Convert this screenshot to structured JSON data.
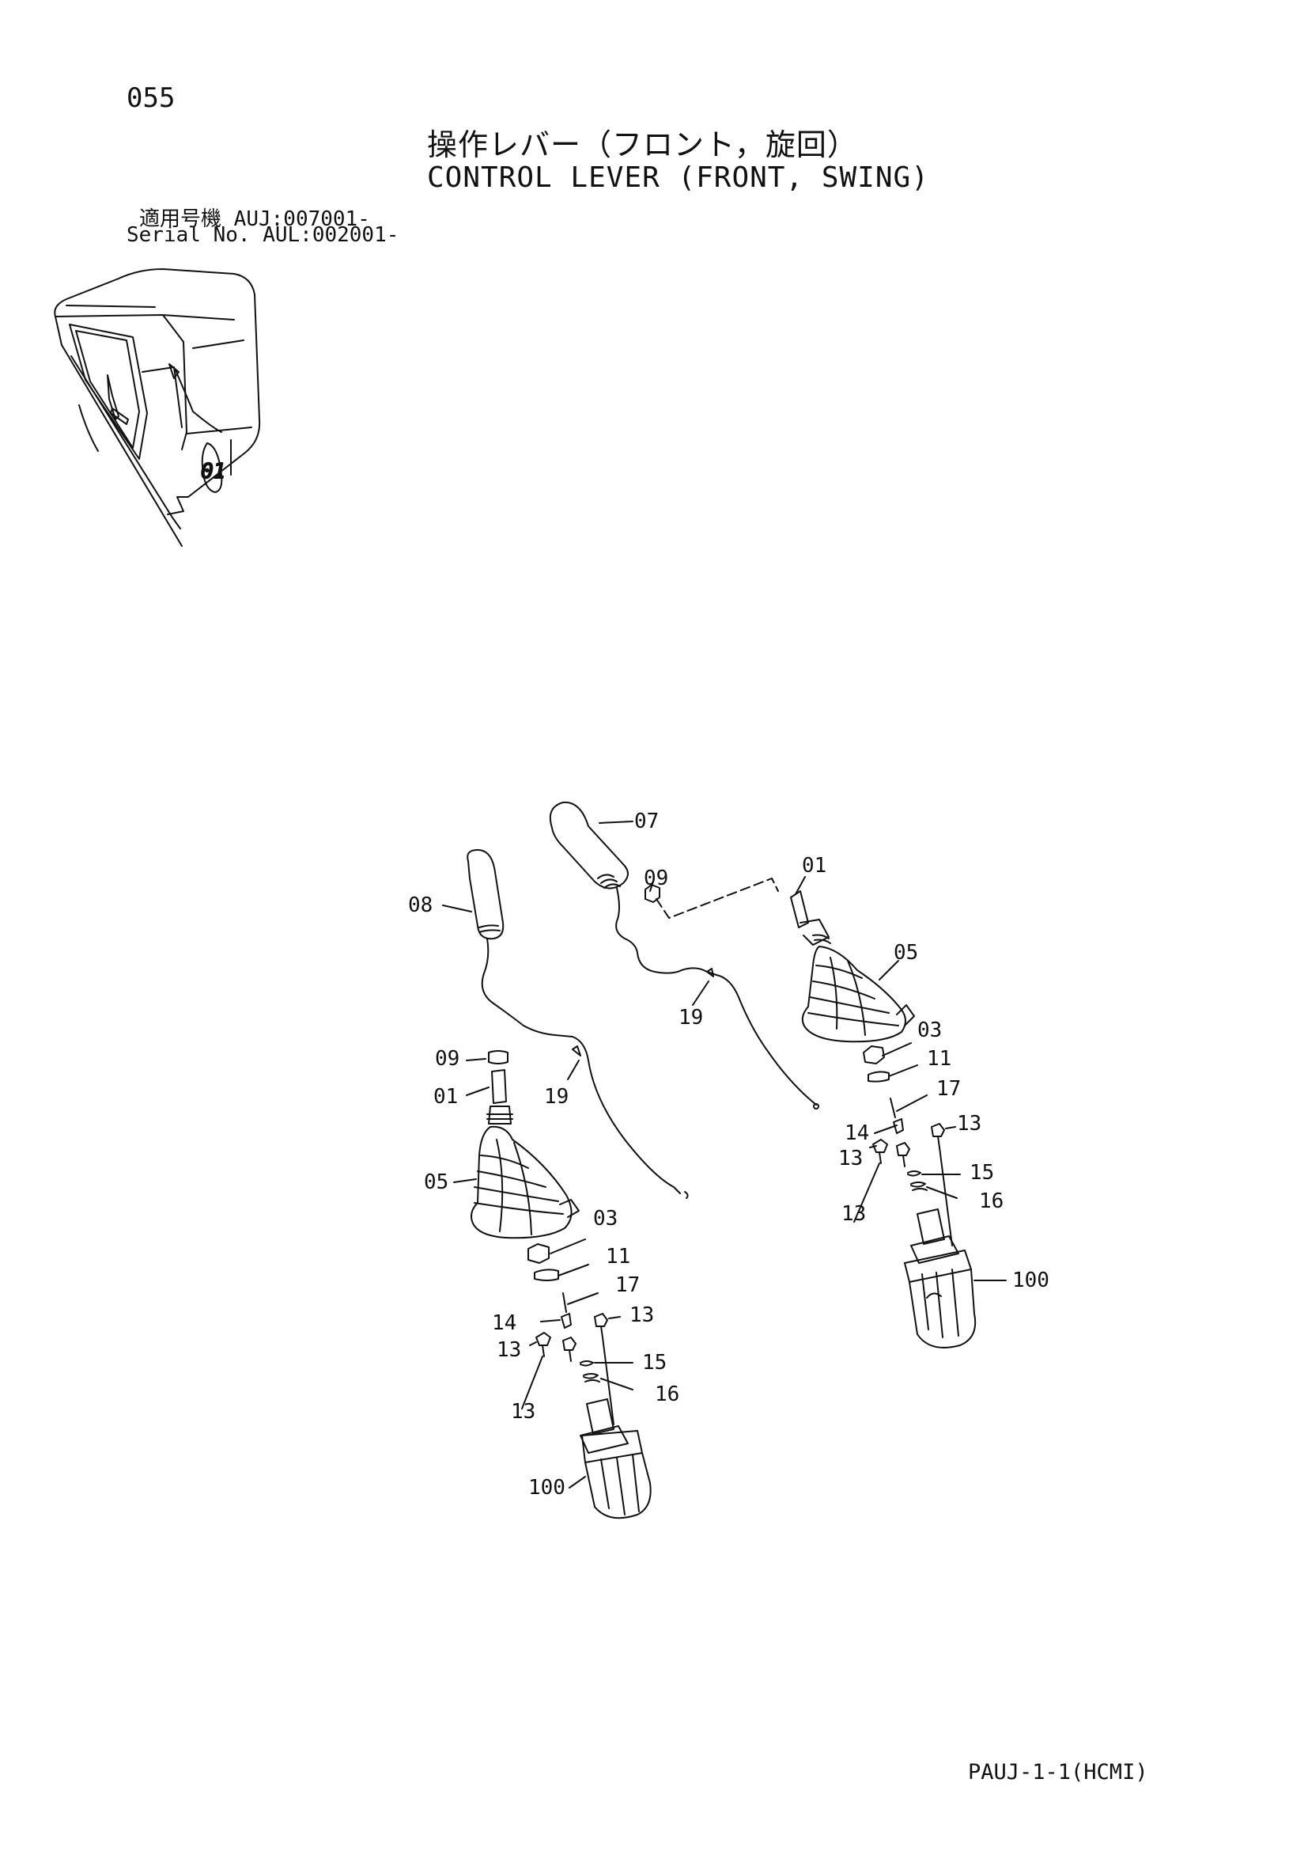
{
  "page": {
    "number": "055",
    "title_jp": "操作レバー（フロント，旋回）",
    "title_en": "CONTROL LEVER (FRONT, SWING)"
  },
  "serials": [
    {
      "label": "適用号機",
      "value": "AUJ:007001-"
    },
    {
      "label": "Serial No.",
      "value": "AUL:002001-"
    }
  ],
  "locator": {
    "label": "01"
  },
  "callouts": {
    "right": [
      "07",
      "09",
      "01",
      "05",
      "19",
      "03",
      "11",
      "17",
      "14",
      "13",
      "13",
      "15",
      "16",
      "13",
      "100"
    ],
    "left": [
      "08",
      "09",
      "01",
      "19",
      "05",
      "03",
      "11",
      "17",
      "14",
      "13",
      "13",
      "15",
      "16",
      "13",
      "100"
    ]
  },
  "footer": {
    "code": "PAUJ-1-1(HCMI)"
  }
}
